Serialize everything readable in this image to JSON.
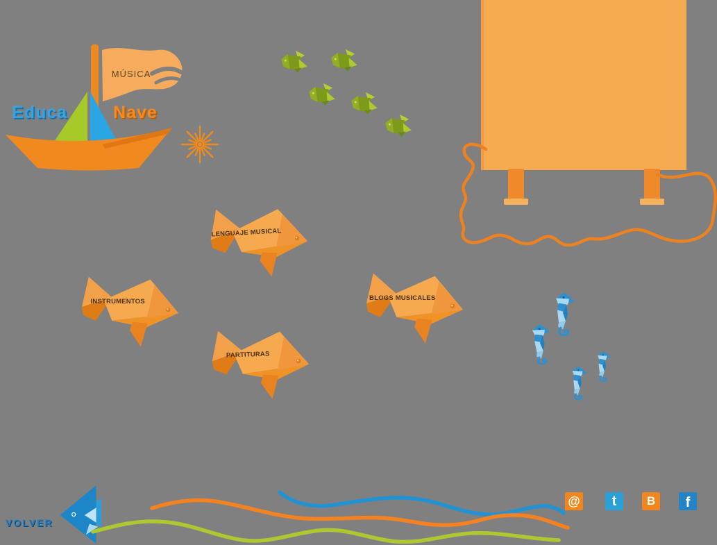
{
  "page": {
    "background_color": "#808080"
  },
  "logo": {
    "educa": "Educa",
    "nave": "Nave"
  },
  "flag": {
    "label": "MÚSICA"
  },
  "nav_fish": [
    {
      "label": "LENGUAJE MUSICAL"
    },
    {
      "label": "INSTRUMENTOS"
    },
    {
      "label": "PARTITURAS"
    },
    {
      "label": "BLOGS MUSICALES"
    }
  ],
  "back_link": {
    "label": "VOLVER"
  },
  "social_icons": [
    {
      "name": "email",
      "glyph": "@",
      "bg": "#F0861D"
    },
    {
      "name": "twitter",
      "glyph": "t",
      "bg": "#2B9FD8"
    },
    {
      "name": "blogger",
      "glyph": "B",
      "bg": "#F0861D"
    },
    {
      "name": "facebook",
      "glyph": "f",
      "bg": "#2584C6"
    }
  ],
  "colors": {
    "billboard": "#F6AB51",
    "billboard_leg": "#EE8A2A",
    "doodle_outline": "#EC8220",
    "boat_hull": "#F0891E",
    "sail_green": "#A6CB28",
    "sail_blue": "#2BA6E4",
    "flag_fill": "#F6AC5C",
    "orange_fish": "#F7A94F",
    "green_fish": "#7E9A1B",
    "seahorse_blue": "#2E96D6",
    "wave_blue": "#2193D2",
    "wave_orange": "#F58220",
    "wave_green": "#AEC831",
    "educa_blue": "#3BA3DC",
    "nave_orange": "#F6891F",
    "volver_blue": "#1E7BBF"
  },
  "decor": {
    "green_fish_count": 5,
    "seahorse_count": 4
  }
}
